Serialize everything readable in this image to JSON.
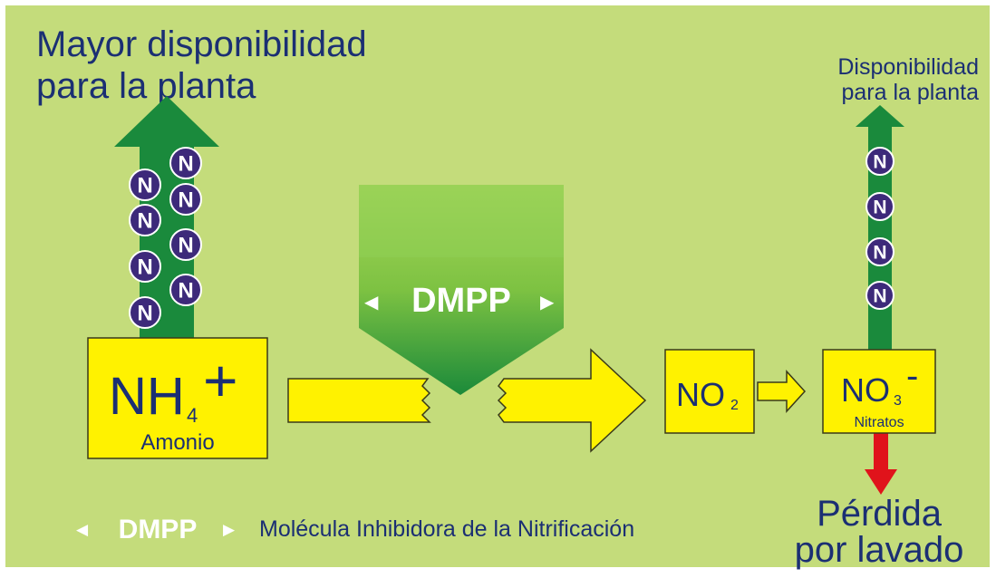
{
  "colors": {
    "background": "#c4dc7b",
    "arrow_green": "#1a8a3c",
    "box_yellow": "#fff200",
    "text_navy": "#1b2f73",
    "molecule_purple": "#3d2a7a",
    "loss_red": "#e0131b",
    "dmpp_white": "#ffffff"
  },
  "labels": {
    "left_top_line1": "Mayor disponibilidad",
    "left_top_line2": "para la planta",
    "right_top_line1": "Disponibilidad",
    "right_top_line2": "para la planta",
    "loss_line1": "Pérdida",
    "loss_line2": "por lavado",
    "legend_text": "Molécula Inhibidora de la Nitrificación"
  },
  "dmpp": {
    "label": "DMPP",
    "left_marker": "◀",
    "right_marker": "▶"
  },
  "molecule": {
    "symbol": "N"
  },
  "boxes": {
    "ammonium": {
      "formula": "NH",
      "subscript": "4",
      "charge": "+",
      "name": "Amonio"
    },
    "nitrite": {
      "formula": "NO",
      "subscript": "2"
    },
    "nitrate": {
      "formula": "NO",
      "subscript": "3",
      "charge": "-",
      "name": "Nitratos"
    }
  }
}
